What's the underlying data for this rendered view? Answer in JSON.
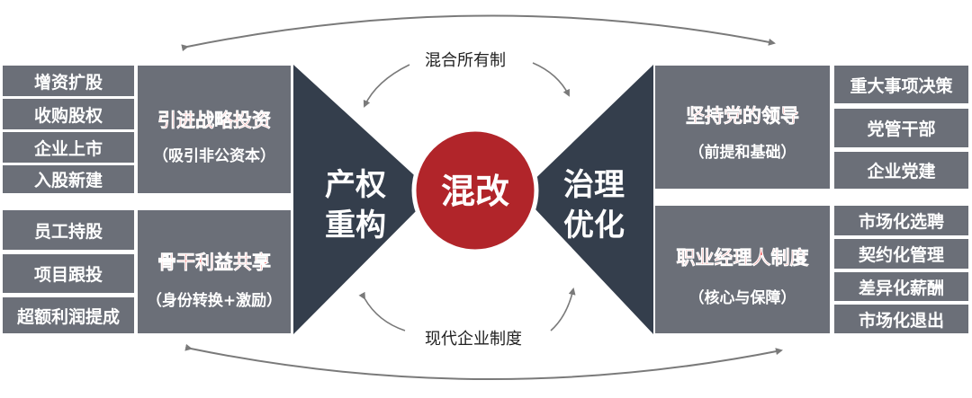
{
  "center": {
    "label": "混改"
  },
  "left_block": {
    "line1": "产权",
    "line2": "重构"
  },
  "right_block": {
    "line1": "治理",
    "line2": "优化"
  },
  "top_caption": "混合所有制",
  "bottom_caption": "现代企业制度",
  "left_upper": {
    "items": [
      "增资扩股",
      "收购股权",
      "企业上市",
      "入股新建"
    ],
    "title": "引进战略投资",
    "subtitle": "（吸引非公资本）"
  },
  "left_lower": {
    "items": [
      "员工持股",
      "项目跟投",
      "超额利润提成"
    ],
    "title": "骨干利益共享",
    "subtitle": "（身份转换+激励）"
  },
  "right_upper": {
    "title": "坚持党的领导",
    "subtitle": "（前提和基础）",
    "items": [
      "重大事项决策",
      "党管干部",
      "企业党建"
    ]
  },
  "right_lower": {
    "title": "职业经理人制度",
    "subtitle": "（核心与保障）",
    "items": [
      "市场化选聘",
      "契约化管理",
      "差异化薪酬",
      "市场化退出"
    ]
  },
  "colors": {
    "box_gray": "#6b6f78",
    "dark_slate": "#343e4c",
    "circle_red": "#b1252a",
    "title_red": "#e8272a",
    "arrow_gray": "#7a7a7a"
  }
}
